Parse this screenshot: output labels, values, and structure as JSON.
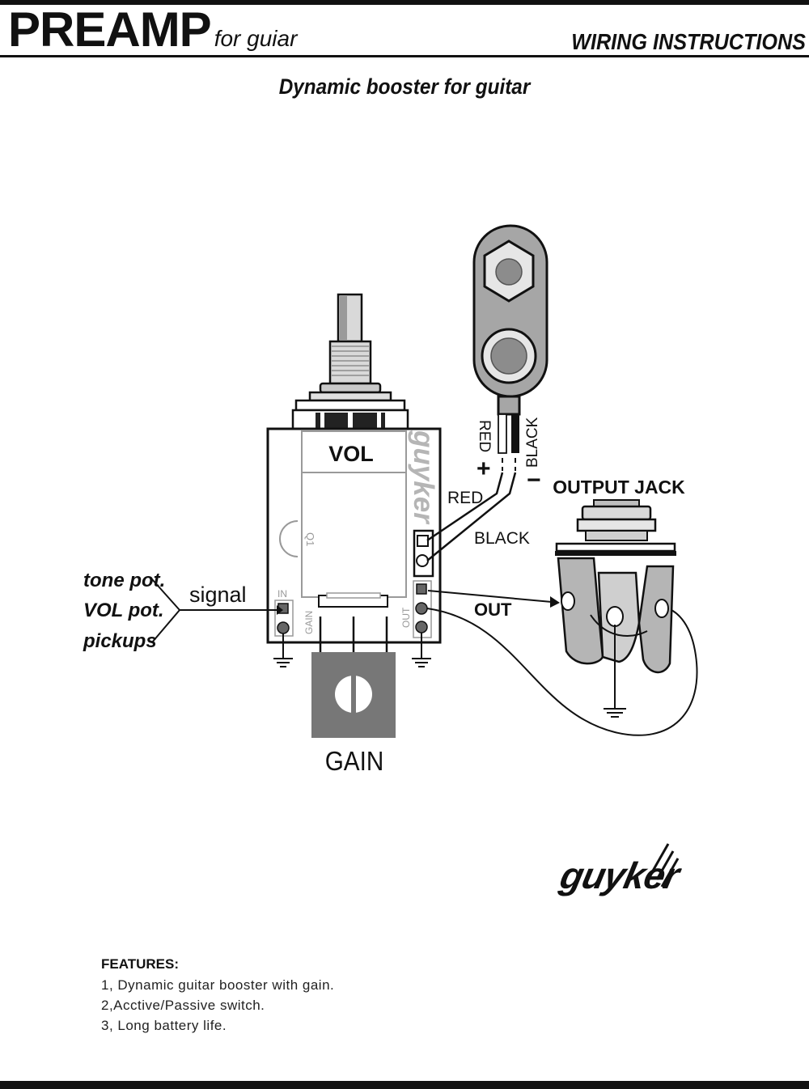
{
  "header": {
    "title": "PREAMP",
    "title_suffix": "for guiar",
    "right_title": "WIRING INSTRUCTIONS"
  },
  "subtitle": "Dynamic booster for guitar",
  "diagram": {
    "pot_label": "VOL",
    "gain_label": "GAIN",
    "output_jack_label": "OUTPUT JACK",
    "out_label": "OUT",
    "signal_label": "signal",
    "sources": [
      "tone pot.",
      "VOL pot.",
      "pickups"
    ],
    "battery": {
      "red_label": "RED",
      "black_label": "BLACK",
      "plus": "+",
      "minus": "−"
    },
    "wire_red_label": "RED",
    "wire_black_label": "BLACK",
    "pcb_labels": {
      "in": "IN",
      "gain": "GAIN",
      "out": "OUT",
      "q1": "Q1"
    },
    "colors": {
      "line": "#111111",
      "gray_dark": "#707070",
      "gray_mid": "#a6a6a6",
      "gray_light": "#d0d0d0"
    }
  },
  "brand": {
    "logo_text": "guyker"
  },
  "features": {
    "title": "FEATURES:",
    "items": [
      "1, Dynamic guitar booster with gain.",
      "2,Acctive/Passive switch.",
      "3, Long battery life."
    ]
  }
}
